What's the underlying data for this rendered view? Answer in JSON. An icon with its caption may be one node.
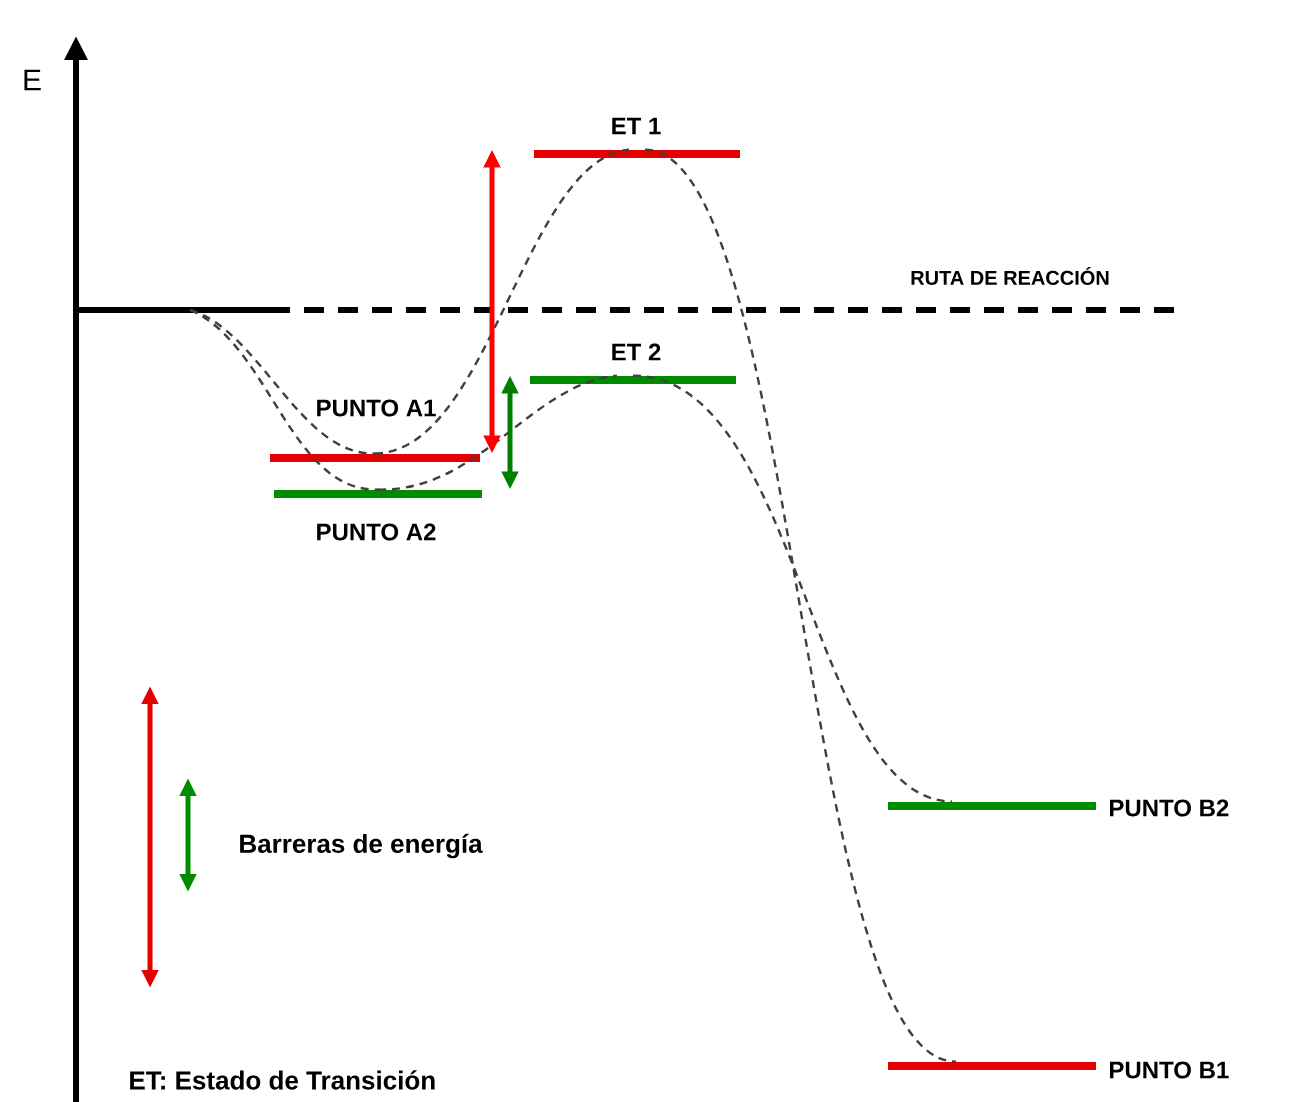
{
  "diagram": {
    "nodes": [
      {
        "text": [
          "ET 1"
        ]
      },
      {
        "text": [
          "ET 2"
        ]
      },
      {
        "text": [
          "PUNTO A1"
        ]
      },
      {
        "text": [
          "PUNTO A2"
        ]
      },
      {
        "text": [
          "PUNTO B2"
        ]
      },
      {
        "text": [
          "PUNTO B1"
        ]
      }
    ],
    "edges": [
      {
        "from": null,
        "to": 2,
        "arrow": "none",
        "style": "dashed",
        "color": "#404040"
      },
      {
        "from": 2,
        "to": 0,
        "arrow": "none",
        "style": "dashed",
        "color": "#404040"
      },
      {
        "from": 0,
        "to": 5,
        "arrow": "none",
        "style": "dashed",
        "color": "#404040"
      },
      {
        "from": null,
        "to": 3,
        "arrow": "none",
        "style": "dashed",
        "color": "#404040"
      },
      {
        "from": 3,
        "to": 1,
        "arrow": "none",
        "style": "dashed",
        "color": "#404040"
      },
      {
        "from": 1,
        "to": 4,
        "arrow": "none",
        "style": "dashed",
        "color": "#404040"
      },
      {
        "from": 2,
        "to": 0,
        "arrow": "both",
        "color": "#ff0000"
      },
      {
        "from": 3,
        "to": 1,
        "arrow": "both",
        "color": "#008000"
      }
    ],
    "labels": [
      "E",
      "RUTA DE REACCIÓN",
      "ET: Estado de Transición"
    ],
    "legend": [
      {
        "text": "Barreras de energía"
      }
    ]
  }
}
